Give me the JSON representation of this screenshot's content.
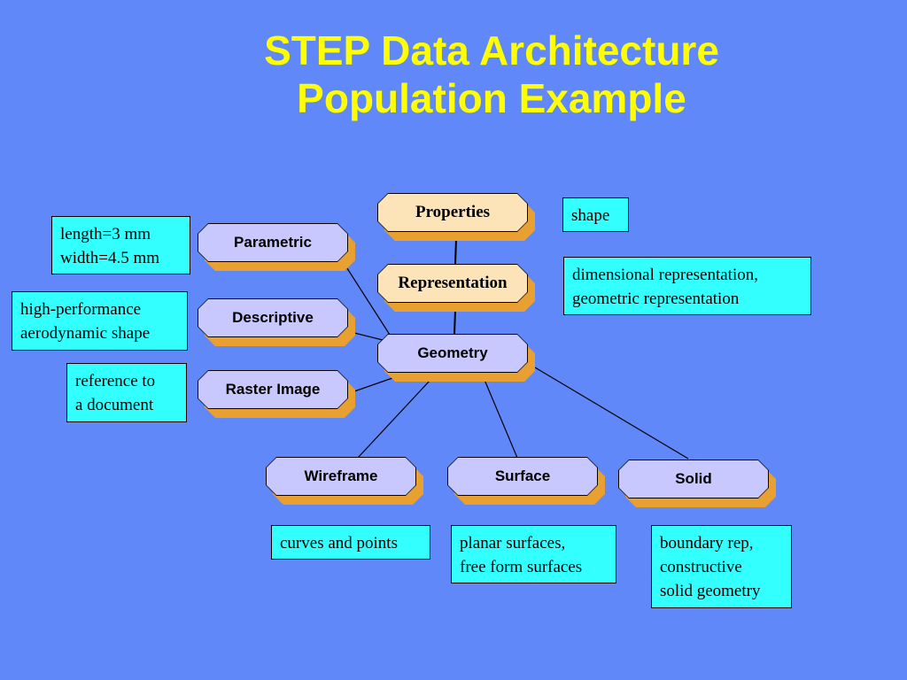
{
  "title": {
    "line1": "STEP Data Architecture",
    "line2": "Population Example"
  },
  "nodes": {
    "properties": "Properties",
    "representation": "Representation",
    "geometry": "Geometry",
    "parametric": "Parametric",
    "descriptive": "Descriptive",
    "raster_image": "Raster Image",
    "wireframe": "Wireframe",
    "surface": "Surface",
    "solid": "Solid"
  },
  "notes": {
    "shape": "shape",
    "dimensional": "dimensional representation,\ngeometric representation",
    "length": "length=3 mm\nwidth=4.5 mm",
    "aerodynamic": "high-performance\naerodynamic shape",
    "reference": "reference to\na document",
    "curves": "curves and points",
    "planar": "planar surfaces,\nfree form surfaces",
    "boundary": "boundary rep,\nconstructive\nsolid geometry"
  },
  "colors": {
    "background": "#6088f8",
    "title": "#ffff00",
    "node_fill_blue": "#c8c8ff",
    "node_fill_peach": "#fde4b8",
    "node_shadow": "#e8a030",
    "note_fill": "#33ffff"
  }
}
